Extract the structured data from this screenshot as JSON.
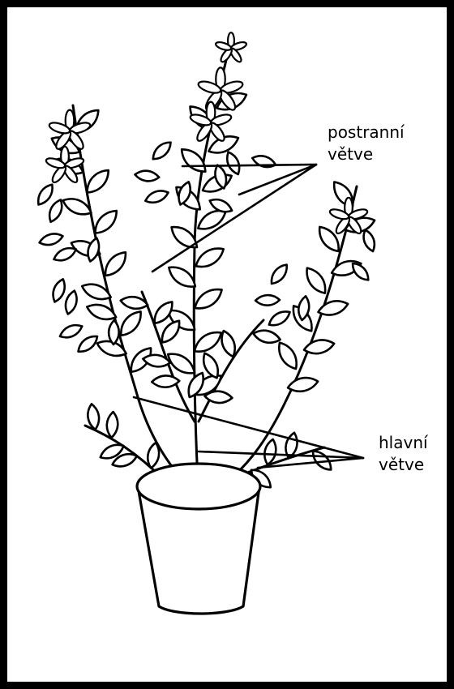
{
  "labels": {
    "side_branches_line1": "postranní",
    "side_branches_line2": "větve",
    "main_branches_line1": "hlavní",
    "main_branches_line2": "větve"
  },
  "colors": {
    "ink": "#000000",
    "paper": "#ffffff"
  }
}
